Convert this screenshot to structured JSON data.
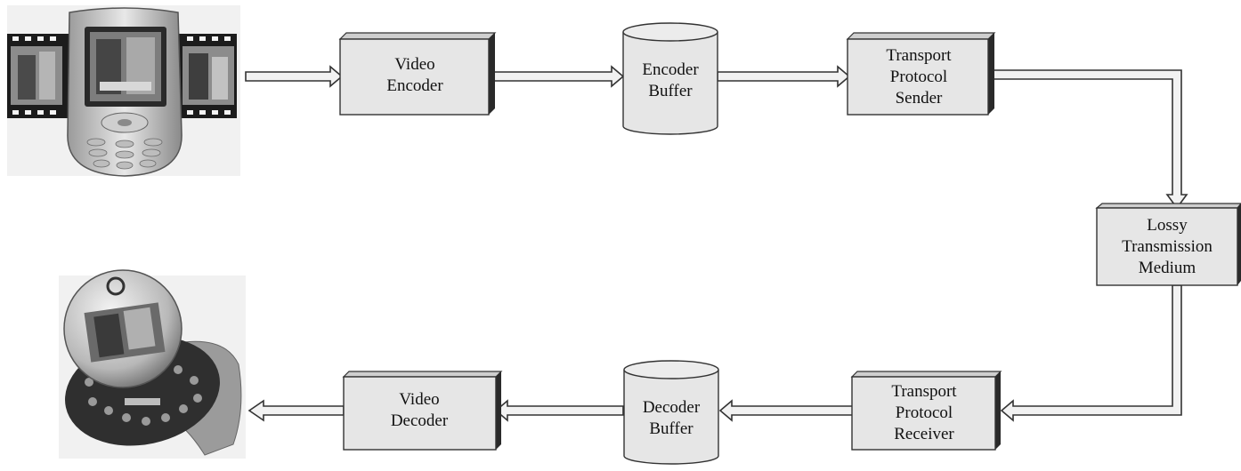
{
  "nodes": {
    "video_encoder": {
      "lines": [
        "Video",
        "Encoder"
      ]
    },
    "encoder_buffer": {
      "lines": [
        "Encoder",
        "Buffer"
      ]
    },
    "transport_sender": {
      "lines": [
        "Transport",
        "Protocol",
        "Sender"
      ]
    },
    "lossy_medium": {
      "lines": [
        "Lossy",
        "Transmission",
        "Medium"
      ]
    },
    "transport_receiver": {
      "lines": [
        "Transport",
        "Protocol",
        "Receiver"
      ]
    },
    "decoder_buffer": {
      "lines": [
        "Decoder",
        "Buffer"
      ]
    },
    "video_decoder": {
      "lines": [
        "Video",
        "Decoder"
      ]
    }
  },
  "images": {
    "sender_device": "mobile-phone-with-video-filmstrip",
    "receiver_device": "handheld-round-video-player"
  },
  "colors": {
    "box_fill": "#e6e6e6",
    "box_side": "#2a2a2a",
    "arrow_fill": "#f2f2f2",
    "stroke": "#333333"
  }
}
